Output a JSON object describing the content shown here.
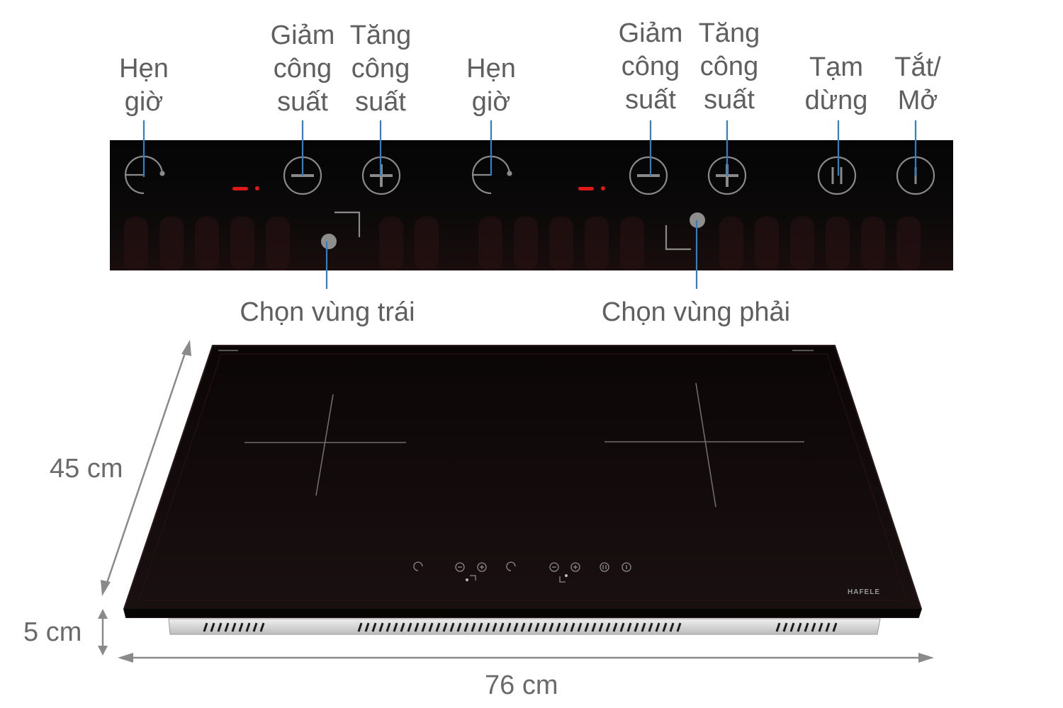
{
  "panel_labels": {
    "left_timer": "Hẹn\ngiờ",
    "left_decrease": "Giảm\ncông\nsuất",
    "left_increase": "Tăng\ncông\nsuất",
    "right_timer": "Hẹn\ngiờ",
    "right_decrease": "Giảm\ncông\nsuất",
    "right_increase": "Tăng\ncông\nsuất",
    "pause": "Tạm\ndừng",
    "power": "Tắt/\nMở"
  },
  "zone_labels": {
    "left": "Chọn vùng trái",
    "right": "Chọn vùng phải"
  },
  "dimensions": {
    "depth": "45 cm",
    "height": "5 cm",
    "width": "76 cm"
  },
  "brand": "HAFELE",
  "colors": {
    "panel": "#0a0a0a",
    "glass": "#130c0d",
    "indicator_red": "#e01818",
    "callout_line": "#2f7fc6",
    "label_text": "#5f5f5f",
    "icon_stroke": "#8a8a8a"
  },
  "icons": [
    "timer-icon",
    "minus-icon",
    "plus-icon",
    "pause-icon",
    "power-icon",
    "zone-select-dot"
  ]
}
